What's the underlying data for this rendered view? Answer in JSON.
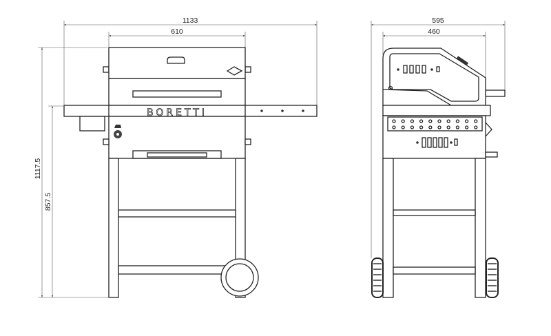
{
  "dimensions": {
    "front_total_width": "1133",
    "front_body_width": "610",
    "total_height": "1117.5",
    "shelf_height": "857.5",
    "side_total_depth": "595",
    "side_body_depth": "460"
  },
  "brand_logo": "BORETTI"
}
